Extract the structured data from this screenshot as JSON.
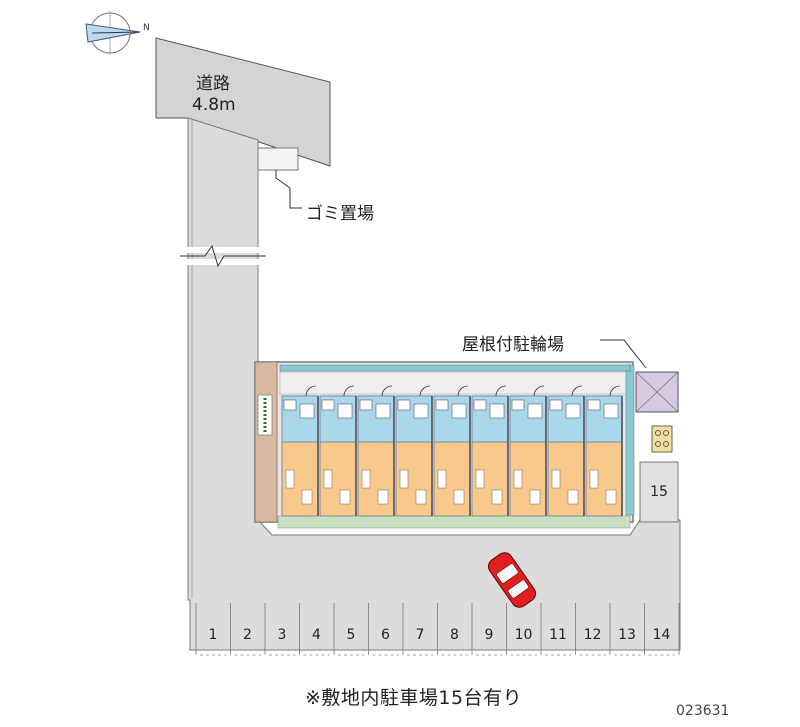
{
  "map": {
    "road_name": "道路",
    "road_width": "4.8m",
    "garbage_label": "ゴミ置場",
    "bike_parking_label": "屋根付駐輪場",
    "footnote": "※敷地内駐車場15台有り",
    "code": "023631",
    "parking_slots": [
      "1",
      "2",
      "3",
      "4",
      "5",
      "6",
      "7",
      "8",
      "9",
      "10",
      "11",
      "12",
      "13",
      "14"
    ],
    "extra_slot": "15",
    "colors": {
      "paving": "#dcdcdc",
      "road": "#d2d2d2",
      "unit_blue": "#a8d8ea",
      "unit_orange": "#f8c98a",
      "wall": "#7a8aa0",
      "car": "#e02020",
      "lawn": "#c8e0c0"
    },
    "icons": [
      "compass-icon",
      "car-icon"
    ]
  }
}
